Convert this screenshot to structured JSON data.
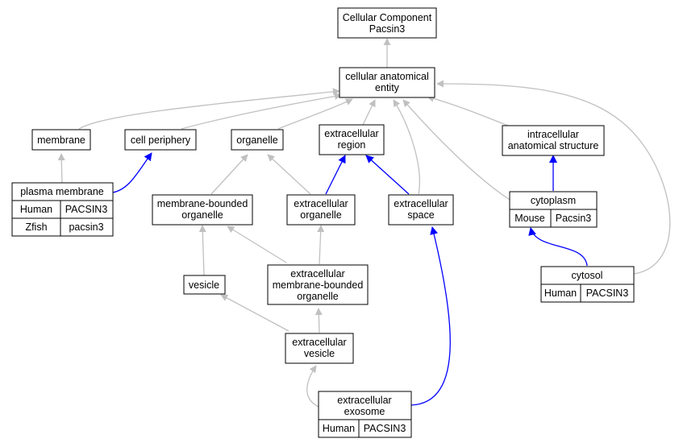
{
  "colors": {
    "human": "#fa6149",
    "zfish": "#6495ed",
    "mouse": "#add8e6",
    "is_a_edge": "#c0c0c0",
    "part_of_edge": "#0000ff"
  },
  "nodes": {
    "root": {
      "lines": [
        "Cellular Component",
        "Pacsin3"
      ]
    },
    "cae": {
      "lines": [
        "cellular anatomical",
        "entity"
      ]
    },
    "membrane": {
      "lines": [
        "membrane"
      ]
    },
    "cell_periphery": {
      "lines": [
        "cell periphery"
      ]
    },
    "organelle": {
      "lines": [
        "organelle"
      ]
    },
    "extracellular_region": {
      "lines": [
        "extracellular",
        "region"
      ]
    },
    "intracellular_structure": {
      "lines": [
        "intracellular",
        "anatomical structure"
      ]
    },
    "plasma_membrane": {
      "lines": [
        "plasma membrane"
      ],
      "rows": [
        {
          "species": "Human",
          "gene": "PACSIN3",
          "color_key": "human"
        },
        {
          "species": "Zfish",
          "gene": "pacsin3",
          "color_key": "zfish"
        }
      ]
    },
    "membrane_bounded_organelle": {
      "lines": [
        "membrane-bounded",
        "organelle"
      ]
    },
    "extracellular_organelle": {
      "lines": [
        "extracellular",
        "organelle"
      ]
    },
    "extracellular_space": {
      "lines": [
        "extracellular",
        "space"
      ]
    },
    "cytoplasm": {
      "lines": [
        "cytoplasm"
      ],
      "rows": [
        {
          "species": "Mouse",
          "gene": "Pacsin3",
          "color_key": "mouse"
        }
      ]
    },
    "cytosol": {
      "lines": [
        "cytosol"
      ],
      "rows": [
        {
          "species": "Human",
          "gene": "PACSIN3",
          "color_key": "human"
        }
      ]
    },
    "vesicle": {
      "lines": [
        "vesicle"
      ]
    },
    "ec_mb_organelle": {
      "lines": [
        "extracellular",
        "membrane-bounded",
        "organelle"
      ]
    },
    "ec_vesicle": {
      "lines": [
        "extracellular",
        "vesicle"
      ]
    },
    "ec_exosome": {
      "lines": [
        "extracellular",
        "exosome"
      ],
      "rows": [
        {
          "species": "Human",
          "gene": "PACSIN3",
          "color_key": "human"
        }
      ]
    }
  }
}
